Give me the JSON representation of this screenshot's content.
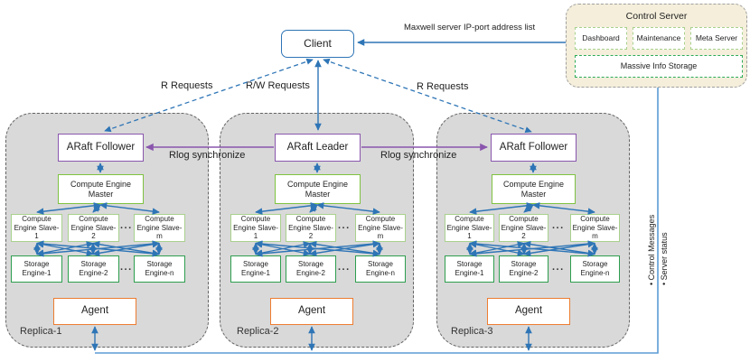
{
  "client": {
    "label": "Client"
  },
  "control_server": {
    "title": "Control Server",
    "modules": [
      "Dashboard",
      "Maintenance",
      "Meta Server"
    ],
    "storage": "Massive Info Storage"
  },
  "edges": {
    "maxwell_label": "Maxwell server IP-port address list",
    "rw_requests_label": "R/W Requests",
    "r_requests_left_label": "R Requests",
    "r_requests_right_label": "R Requests",
    "rlog_left_label": "Rlog synchronize",
    "rlog_right_label": "Rlog synchronize",
    "control_bus_items": [
      "Control Messages",
      "Server status"
    ]
  },
  "dots": "...",
  "replicas": [
    {
      "name": "Replica-1",
      "araft": "ARaft Follower",
      "master": "Compute Engine Master",
      "slaves": [
        "Compute Engine Slave-1",
        "Compute Engine Slave-2",
        "Compute Engine Slave-m"
      ],
      "storages": [
        "Storage Engine-1",
        "Storage Engine-2",
        "Storage Engine-n"
      ],
      "agent": "Agent"
    },
    {
      "name": "Replica-2",
      "araft": "ARaft Leader",
      "master": "Compute Engine Master",
      "slaves": [
        "Compute Engine Slave-1",
        "Compute Engine Slave-2",
        "Compute Engine Slave-m"
      ],
      "storages": [
        "Storage Engine-1",
        "Storage Engine-2",
        "Storage Engine-n"
      ],
      "agent": "Agent"
    },
    {
      "name": "Replica-3",
      "araft": "ARaft Follower",
      "master": "Compute Engine Master",
      "slaves": [
        "Compute Engine Slave-1",
        "Compute Engine Slave-2",
        "Compute Engine Slave-m"
      ],
      "storages": [
        "Storage Engine-1",
        "Storage Engine-2",
        "Storage Engine-n"
      ],
      "agent": "Agent"
    }
  ],
  "colors": {
    "arrow_blue": "#2e75b6",
    "bus_blue": "#5b9bd5",
    "purple": "#8a56ad",
    "green_light": "#a9d18e",
    "green_dark": "#2e9e4f",
    "orange": "#ed7d31",
    "replica_fill": "#d9d9d9",
    "server_fill": "#f4eedb"
  }
}
